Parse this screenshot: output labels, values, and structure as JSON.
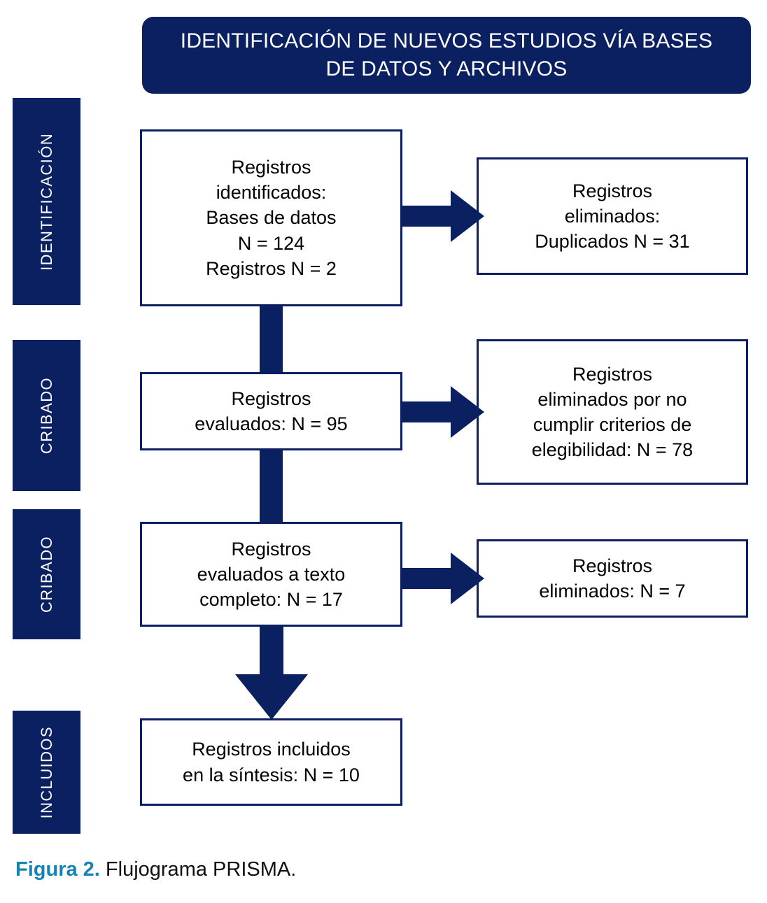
{
  "header": {
    "title": "IDENTIFICACIÓN DE NUEVOS ESTUDIOS VÍA BASES\nDE DATOS Y ARCHIVOS"
  },
  "colors": {
    "navy": "#0A2060",
    "caption_accent": "#1583B5",
    "box_fill": "#FFFFFF",
    "text": "#000000"
  },
  "stages": [
    {
      "id": "identificacion",
      "label": "IDENTIFICACIÓN"
    },
    {
      "id": "cribado-1",
      "label": "CRIBADO"
    },
    {
      "id": "cribado-2",
      "label": "CRIBADO"
    },
    {
      "id": "incluidos",
      "label": "INCLUIDOS"
    }
  ],
  "boxes": {
    "identified": {
      "text": "Registros\nidentificados:\nBases de datos\nN = 124\nRegistros N = 2",
      "n_databases": 124,
      "n_registers": 2
    },
    "duplicates_removed": {
      "text": "Registros\neliminados:\nDuplicados N = 31",
      "n": 31
    },
    "screened": {
      "text": "Registros\nevaluados: N = 95",
      "n": 95
    },
    "excluded_criteria": {
      "text": "Registros\neliminados por no\ncumplir criterios de\nelegibilidad: N = 78",
      "n": 78
    },
    "fulltext_assessed": {
      "text": "Registros\nevaluados a texto\ncompleto: N = 17",
      "n": 17
    },
    "excluded_fulltext": {
      "text": "Registros\neliminados: N = 7",
      "n": 7
    },
    "included": {
      "text": "Registros incluidos\nen la síntesis: N = 10",
      "n": 10
    }
  },
  "caption": {
    "label": "Figura 2.",
    "text": " Flujograma PRISMA."
  }
}
